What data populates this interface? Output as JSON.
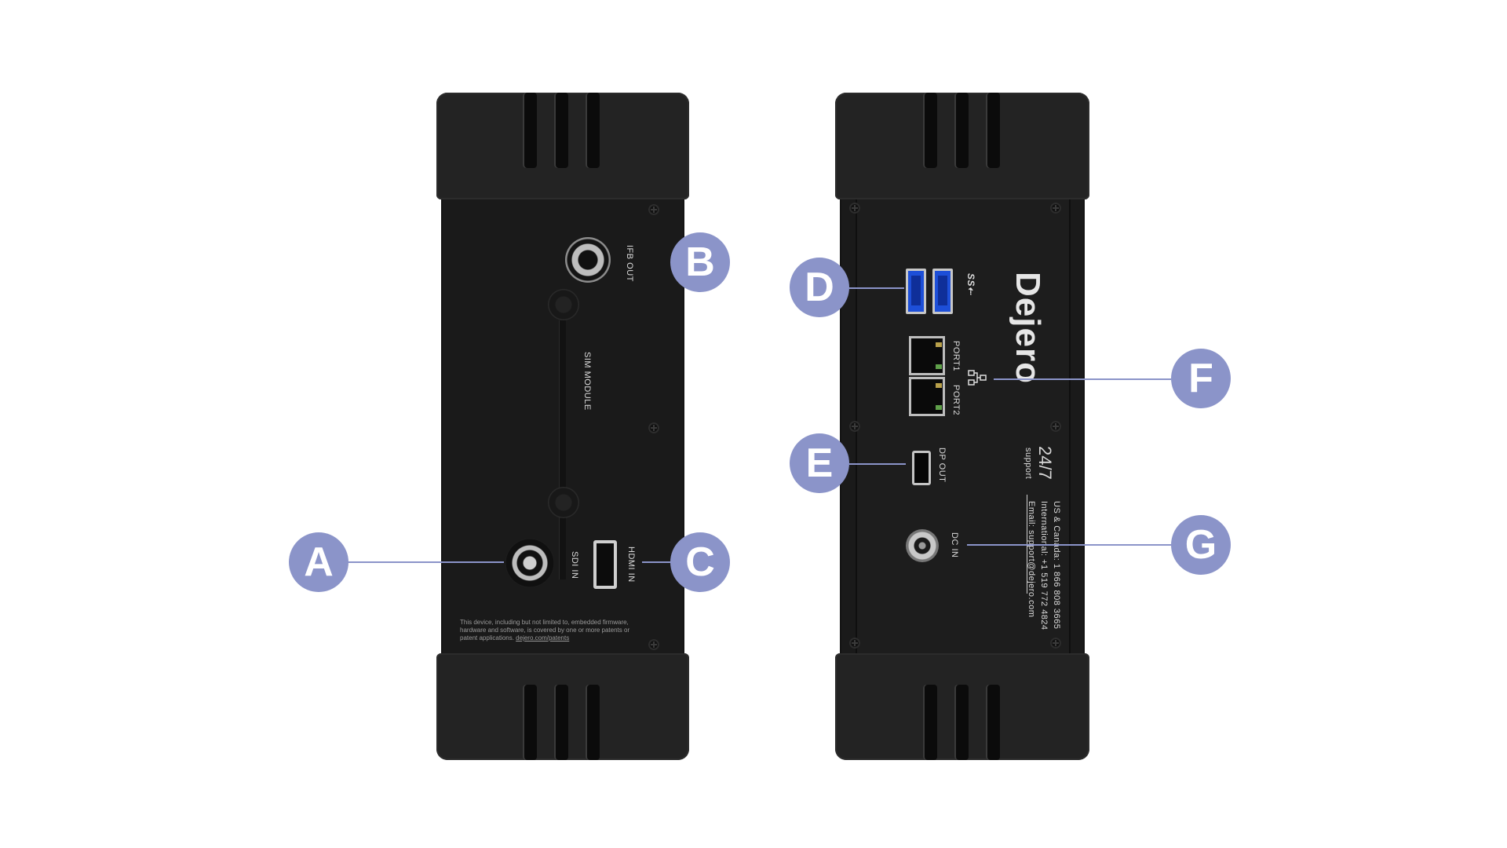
{
  "left_unit": {
    "labels": {
      "ifb": "IFB OUT",
      "sim": "SIM MODULE",
      "sdi": "SDI IN",
      "hdmi": "HDMI IN"
    },
    "patent_text": "This device, including but not limited to, embedded firmware, hardware and software, is covered by one or more patents or patent applications.",
    "patent_link": "dejero.com/patents"
  },
  "right_unit": {
    "logo": "Dejero",
    "labels": {
      "port1": "PORT1",
      "port2": "PORT2",
      "dp": "DP OUT",
      "dc": "DC IN",
      "usb_symbol": "SS⇠"
    },
    "support_big": "24/7",
    "support_small": "support",
    "support_lines": [
      "US & Canada: 1 866 808 3665",
      "International: +1 519 772 4824",
      "Email: support@dejero.com"
    ]
  },
  "callouts": [
    {
      "letter": "A",
      "target": "sdi-in-port"
    },
    {
      "letter": "B",
      "target": "ifb-out-port"
    },
    {
      "letter": "C",
      "target": "hdmi-in-port"
    },
    {
      "letter": "D",
      "target": "usb-ports"
    },
    {
      "letter": "E",
      "target": "dp-out-port"
    },
    {
      "letter": "F",
      "target": "ethernet-ports"
    },
    {
      "letter": "G",
      "target": "dc-in-port"
    }
  ],
  "colors": {
    "callout": "#8b94c9",
    "device": "#1c1c1c",
    "usb": "#1d4fd8"
  }
}
